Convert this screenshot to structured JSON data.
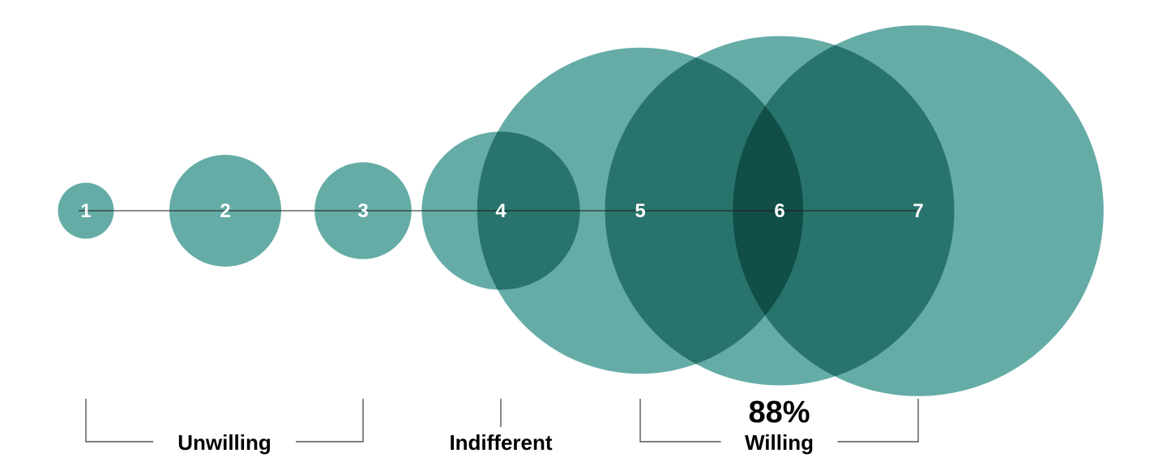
{
  "chart_data": {
    "type": "bubble",
    "categories": [
      "1",
      "2",
      "3",
      "4",
      "5",
      "6",
      "7"
    ],
    "values": [
      1,
      4,
      3,
      8,
      34,
      39,
      44
    ],
    "value_note": "",
    "colors": {
      "bubble": "#4a9e97",
      "text": "#ffffff",
      "label": "#000000",
      "line": "#555555"
    },
    "groups": [
      {
        "label": "Unwilling",
        "from": "1",
        "to": "3",
        "percent": ""
      },
      {
        "label": "Indifferent",
        "from": "4",
        "to": "4",
        "percent": ""
      },
      {
        "label": "Willing",
        "from": "5",
        "to": "7",
        "percent": "88%"
      }
    ]
  }
}
